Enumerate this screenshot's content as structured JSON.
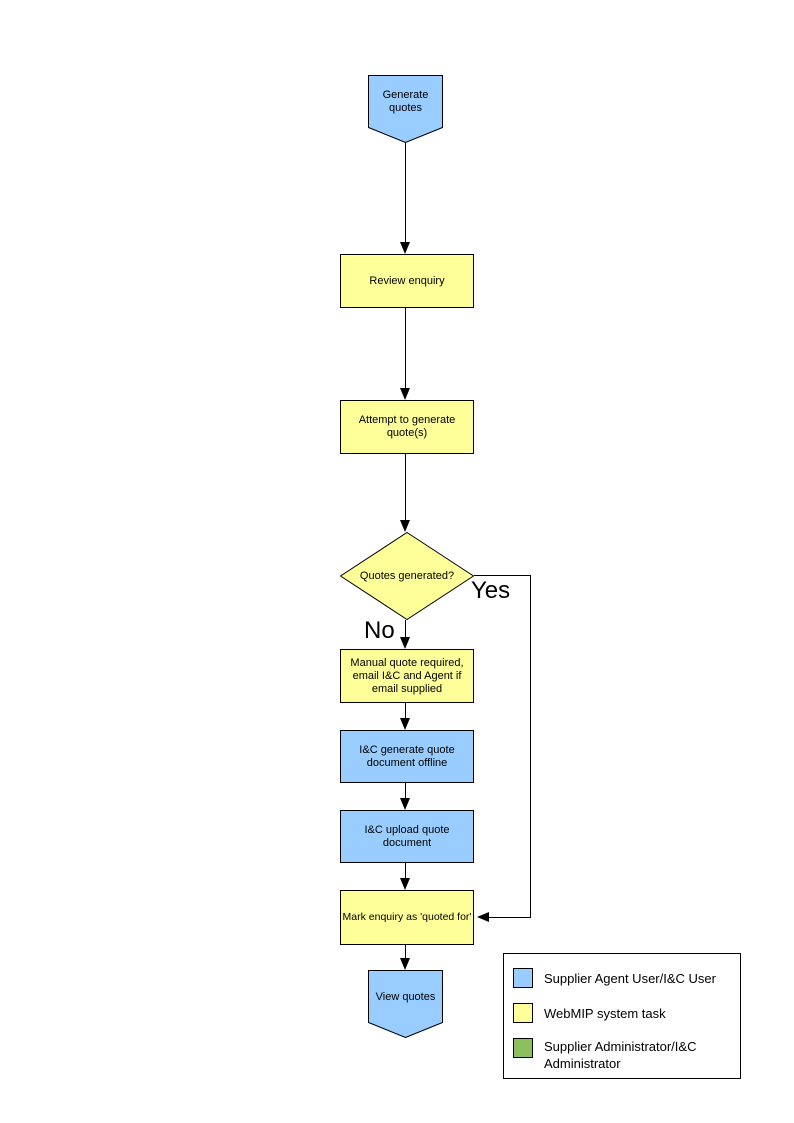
{
  "colors": {
    "actor_blue": "#99CCFF",
    "system_yellow": "#FFFF99",
    "admin_green": "#8CC05C",
    "line_black": "#000000"
  },
  "flowchart": {
    "nodes": {
      "start": "Generate quotes",
      "review": "Review enquiry",
      "attempt": "Attempt to generate quote(s)",
      "decision": "Quotes generated?",
      "decision_yes": "Yes",
      "decision_no": "No",
      "manual": "Manual quote required, email I&C and Agent if email supplied",
      "offline": "I&C generate quote document offline",
      "upload": "I&C upload quote document",
      "mark": "Mark enquiry as 'quoted for'",
      "end": "View quotes"
    }
  },
  "legend": {
    "items": [
      {
        "label": "Supplier Agent User/I&C User",
        "color": "#99CCFF"
      },
      {
        "label": "WebMIP system task",
        "color": "#FFFF99"
      },
      {
        "label": "Supplier Administrator/I&C Administrator",
        "color": "#8CC05C"
      }
    ]
  }
}
